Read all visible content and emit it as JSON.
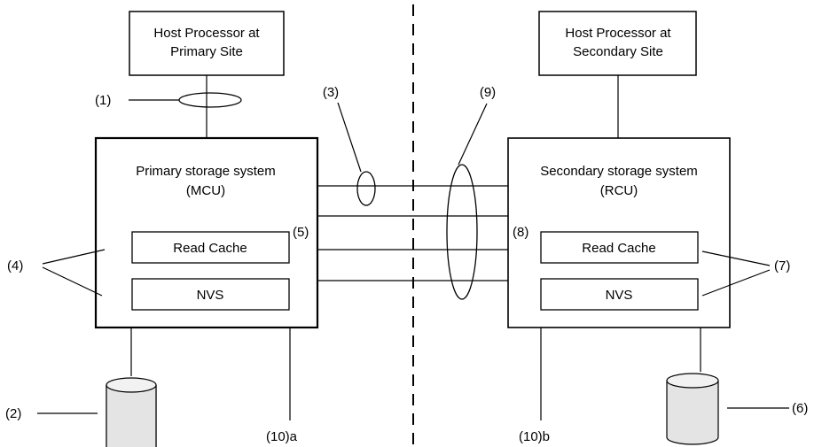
{
  "host_primary": {
    "line1": "Host Processor at",
    "line2": "Primary Site"
  },
  "host_secondary": {
    "line1": "Host Processor at",
    "line2": "Secondary Site"
  },
  "primary_system": {
    "title_line1": "Primary storage system",
    "title_line2": "(MCU)",
    "read_cache": "Read Cache",
    "nvs": "NVS"
  },
  "secondary_system": {
    "title_line1": "Secondary storage system",
    "title_line2": "(RCU)",
    "read_cache": "Read Cache",
    "nvs": "NVS"
  },
  "callouts": {
    "c1": "(1)",
    "c2": "(2)",
    "c3": "(3)",
    "c4": "(4)",
    "c5": "(5)",
    "c6": "(6)",
    "c7": "(7)",
    "c8": "(8)",
    "c9": "(9)",
    "c10a": "(10)a",
    "c10b": "(10)b"
  }
}
